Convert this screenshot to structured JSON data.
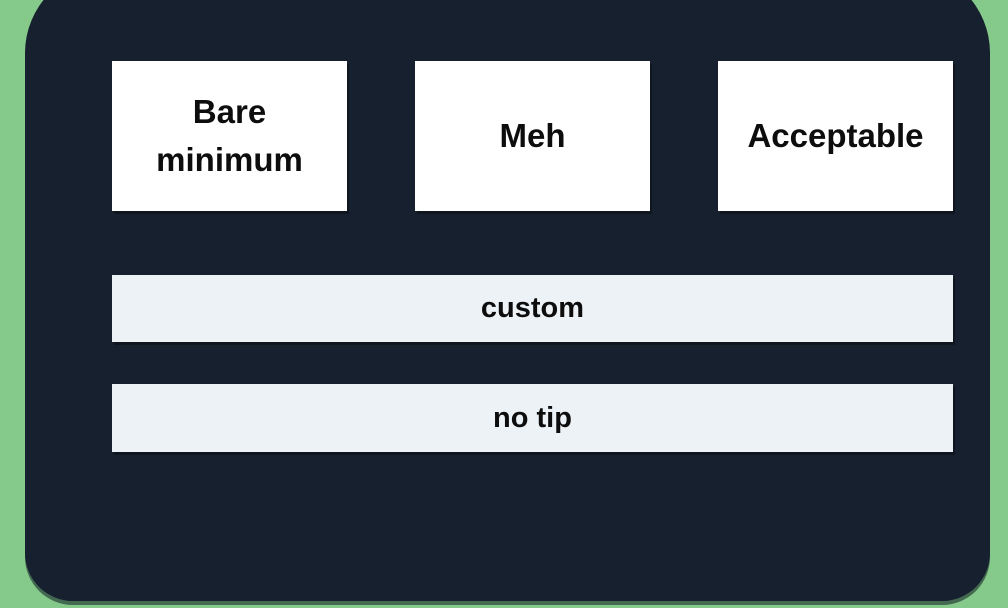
{
  "screen": {
    "description": "tip selection screen"
  },
  "colors": {
    "background_green": "#85c98b",
    "panel_dark": "#16202e",
    "tip_button_bg": "#ffffff",
    "secondary_button_bg": "#edf2f6",
    "button_text": "#0d0d0d"
  },
  "tip_options": [
    {
      "label": "Bare minimum"
    },
    {
      "label": "Meh"
    },
    {
      "label": "Acceptable"
    }
  ],
  "secondary_options": {
    "custom": {
      "label": "custom"
    },
    "no_tip": {
      "label": "no tip"
    }
  }
}
